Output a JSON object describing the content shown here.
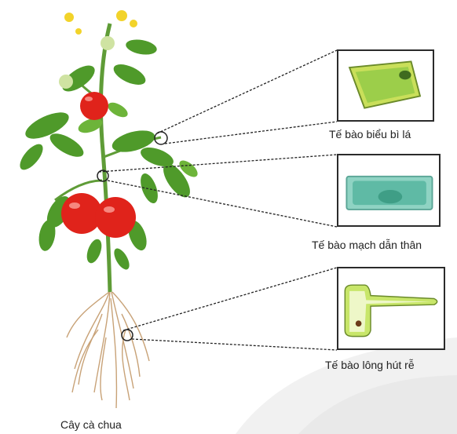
{
  "labels": {
    "leaf_cell": "Tế bào biểu bì lá",
    "stem_cell": "Tế bào mạch dẫn thân",
    "root_cell": "Tế bào lông hút rễ",
    "plant": "Cây cà chua"
  },
  "colors": {
    "leaf_cell_fill": "#c9df5a",
    "leaf_cell_inner": "#7fbf3a",
    "stem_cell_fill": "#8fd3c3",
    "stem_cell_inner": "#3f9e86",
    "root_cell_fill": "#c8e66a",
    "tomato": "#e0231b",
    "leaf_green": "#4f9a2a",
    "root_brown": "#c8a277"
  }
}
